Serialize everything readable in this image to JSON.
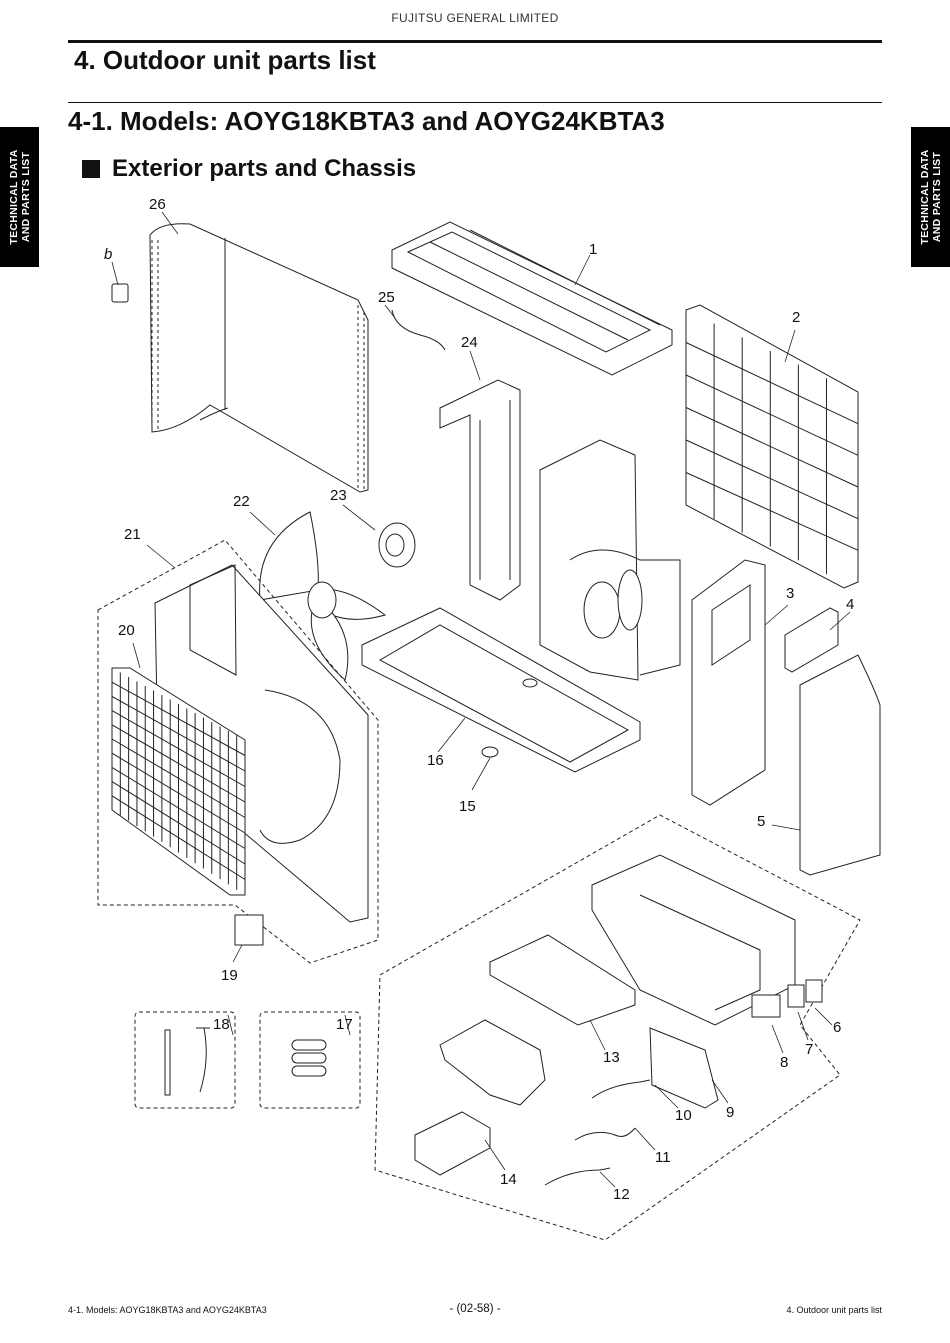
{
  "header": {
    "company": "FUJITSU GENERAL LIMITED",
    "section_title": "4. Outdoor unit parts list",
    "models_title": "4-1. Models: AOYG18KBTA3 and AOYG24KBTA3",
    "sub_heading": "Exterior parts and Chassis"
  },
  "side_tab": {
    "line1": "TECHNICAL DATA",
    "line2": "AND PARTS LIST"
  },
  "diagram": {
    "callouts": [
      "1",
      "2",
      "3",
      "4",
      "5",
      "6",
      "7",
      "8",
      "9",
      "10",
      "11",
      "12",
      "13",
      "14",
      "15",
      "16",
      "17",
      "18",
      "19",
      "20",
      "21",
      "22",
      "23",
      "24",
      "25",
      "26",
      "b"
    ]
  },
  "footer": {
    "left": "4-1. Models: AOYG18KBTA3 and AOYG24KBTA3",
    "center": "- (02-58) -",
    "right": "4. Outdoor unit parts list"
  }
}
